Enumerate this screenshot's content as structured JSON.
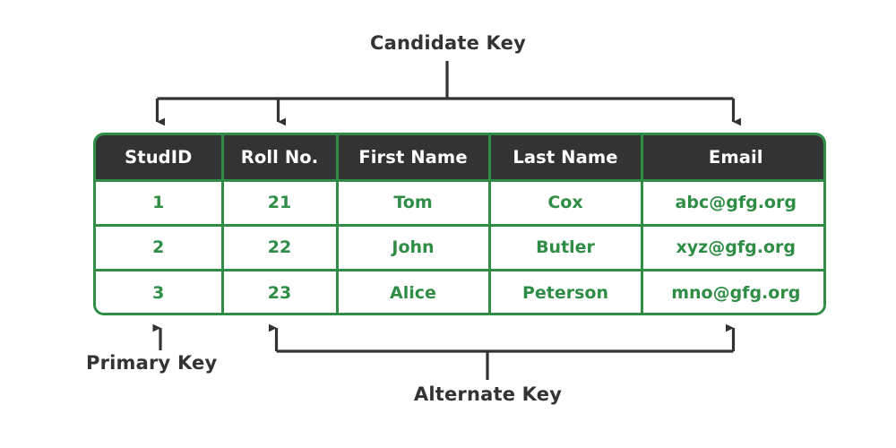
{
  "diagram": {
    "title_text": "",
    "accent_green": "#2f8d46",
    "header_dark": "#333333",
    "text_dark": "#333333",
    "background": "#ffffff"
  },
  "annotations": {
    "candidate_key": {
      "label": "Candidate Key",
      "targets": [
        "StudID",
        "Roll No.",
        "Email"
      ],
      "direction": "down"
    },
    "primary_key": {
      "label": "Primary Key",
      "targets": [
        "StudID"
      ],
      "direction": "up"
    },
    "alternate_key": {
      "label": "Alternate Key",
      "targets": [
        "Roll No.",
        "Email"
      ],
      "direction": "up"
    }
  },
  "table": {
    "columns": [
      {
        "key": "studid",
        "label": "StudID"
      },
      {
        "key": "rollno",
        "label": "Roll No."
      },
      {
        "key": "first",
        "label": "First Name"
      },
      {
        "key": "last",
        "label": "Last Name"
      },
      {
        "key": "email",
        "label": "Email"
      }
    ],
    "rows": [
      {
        "studid": "1",
        "rollno": "21",
        "first": "Tom",
        "last": "Cox",
        "email": "abc@gfg.org"
      },
      {
        "studid": "2",
        "rollno": "22",
        "first": "John",
        "last": "Butler",
        "email": "xyz@gfg.org"
      },
      {
        "studid": "3",
        "rollno": "23",
        "first": "Alice",
        "last": "Peterson",
        "email": "mno@gfg.org"
      }
    ]
  }
}
